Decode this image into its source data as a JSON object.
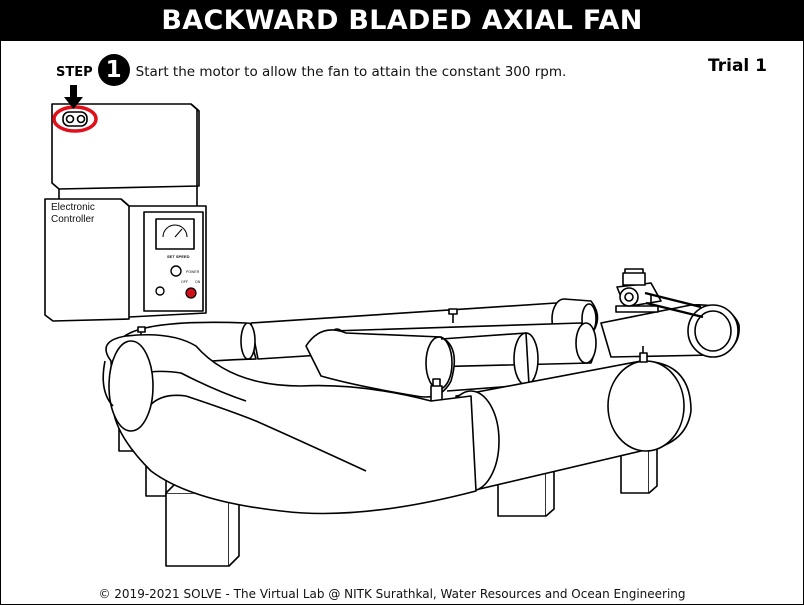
{
  "header": {
    "title": "BACKWARD BLADED AXIAL FAN"
  },
  "step": {
    "word": "STEP",
    "number": "1",
    "instruction": "Start the motor to allow the fan to attain the constant 300 rpm."
  },
  "trial": {
    "label": "Trial 1"
  },
  "controller": {
    "label_line1": "Electronic",
    "label_line2": "Controller",
    "meter_label": "SET SPEED",
    "power_label": "POWER",
    "off_label": "OFF",
    "on_label": "ON",
    "highlight_color": "#e0101a"
  },
  "footer": {
    "copyright": "© 2019-2021 SOLVE - The Virtual Lab @ NITK Surathkal, Water Resources and Ocean Engineering"
  },
  "icons": [
    "arrow-down-icon",
    "motor-switch-icon",
    "gauge-icon"
  ]
}
